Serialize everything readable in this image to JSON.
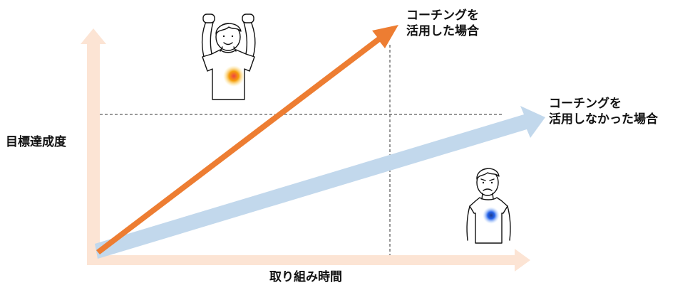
{
  "labels": {
    "y_axis": "目標達成度",
    "x_axis": "取り組み時間",
    "with_coaching": [
      "コーチングを",
      "活用した場合"
    ],
    "without_coaching": [
      "コーチングを",
      "活用しなかった場合"
    ]
  },
  "colors": {
    "axis": "#fce4d4",
    "with_coaching_arrow": "#ed7d32",
    "without_coaching_arrow": "#c2d8ec",
    "guide_line": "#333333",
    "happy_glow": "#f59e0b",
    "sad_glow": "#1d4ed8"
  },
  "icons": {
    "happy_person": "cheering-person-icon",
    "sad_person": "sad-person-icon"
  }
}
